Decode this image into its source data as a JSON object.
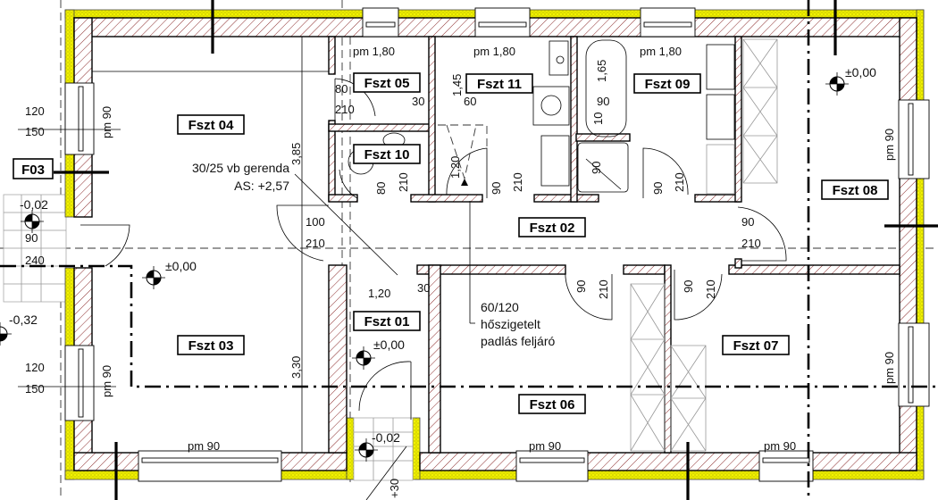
{
  "title": "Földszint alaprajz",
  "section_mark": "F03",
  "rooms": {
    "fszt01": "Fszt 01",
    "fszt02": "Fszt 02",
    "fszt03": "Fszt 03",
    "fszt04": "Fszt 04",
    "fszt05": "Fszt 05",
    "fszt06": "Fszt 06",
    "fszt07": "Fszt 07",
    "fszt08": "Fszt 08",
    "fszt09": "Fszt 09",
    "fszt10": "Fszt 10",
    "fszt11": "Fszt 11"
  },
  "dimensions": [
    "120",
    "150",
    "120",
    "150",
    "pm 90",
    "pm 90",
    "pm 90",
    "pm 90",
    "pm 90",
    "pm 90",
    "pm 90",
    "pm 1,80",
    "pm 1,80",
    "pm 1,80",
    "80",
    "210",
    "30",
    "1,45",
    "60",
    "1,20",
    "1,65",
    "90",
    "10",
    "90",
    "80",
    "210",
    "90",
    "210",
    "90",
    "210",
    "3,85",
    "100",
    "210",
    "90",
    "210",
    "90",
    "240",
    "1,20",
    "30",
    "3,30",
    "90",
    "210",
    "90",
    "210",
    "+30"
  ],
  "levels": [
    "-0,02",
    "±0,00",
    "±0,00",
    "±0,00",
    "-0,02",
    "-0,32"
  ],
  "notes": {
    "beam": [
      "30/25 vb gerenda",
      "AS: +2,57"
    ],
    "attic": [
      "60/120",
      "hőszigetelt",
      "padlás feljáró"
    ]
  },
  "colors": {
    "insulation": "#f3f300",
    "hatch": "#8b2b2b",
    "line": "#000000"
  }
}
